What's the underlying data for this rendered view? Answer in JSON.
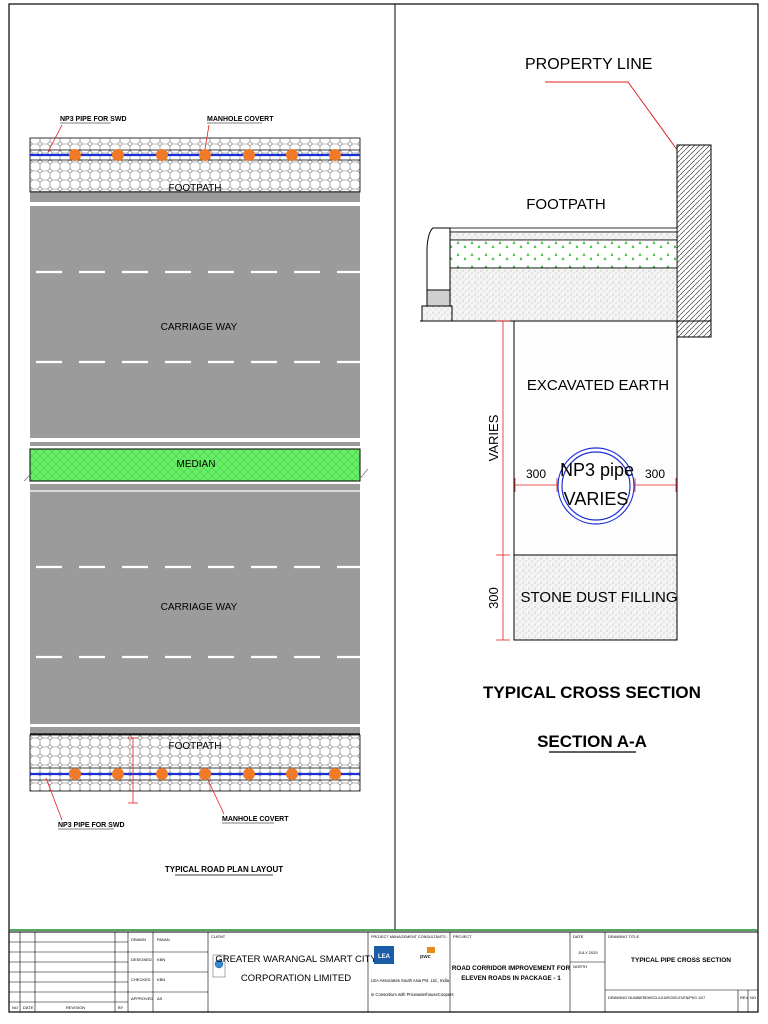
{
  "plan": {
    "top_pipe_label": "NP3 PIPE FOR SWD",
    "top_manhole_label": "MANHOLE COVERT",
    "top_footpath_label": "FOOTPATH",
    "carriage_top_label": "CARRIAGE WAY",
    "median_label": "MEDIAN",
    "carriage_bottom_label": "CARRIAGE WAY",
    "bottom_footpath_label": "FOOTPATH",
    "bottom_pipe_label": "NP3 PIPE FOR SWD",
    "bottom_manhole_label": "MANHOLE COVERT",
    "caption": "TYPICAL ROAD PLAN LAYOUT"
  },
  "section": {
    "property_line_label": "PROPERTY LINE",
    "footpath_label": "FOOTPATH",
    "excavated_label": "EXCAVATED EARTH",
    "pipe_label_1": "NP3  pipe",
    "pipe_label_2": "VARIES",
    "dim_left": "300",
    "dim_right": "300",
    "dim_varies": "VARIES",
    "dim_bottom": "300",
    "stone_label": "STONE DUST FILLING",
    "title": "TYPICAL CROSS SECTION",
    "subtitle": "SECTION A-A"
  },
  "title_block": {
    "rev_headers": {
      "no": "NO",
      "date": "DATE",
      "revision": "REVISION",
      "by": "BY"
    },
    "roles": [
      {
        "label": "DRAWN",
        "value": "PAVAN"
      },
      {
        "label": "DESIGNED",
        "value": "KBN"
      },
      {
        "label": "CHECKED",
        "value": "KBN"
      },
      {
        "label": "APPROVED",
        "value": "AS"
      }
    ],
    "client_label": "CLIENT",
    "client_name_1": "GREATER WARANGAL SMART CITY",
    "client_name_2": "CORPORATION LIMITED",
    "consultants_label": "PROJECT MANAGEMENT CONSULTANTS :",
    "logo1_text": "LEA",
    "logo2_text": "pwc",
    "consultant_line_1": "LEA Associates South Asia Pvt. Ltd., India",
    "consultant_line_2": "in Consortium  with PricewaterhouseCoopers",
    "project_label": "PROJECT",
    "project_name_1": "ROAD CORRIDOR IMPROVEMENT FOR",
    "project_name_2": "ELEVEN ROADS IN PACKAGE - 1",
    "date_label": "DATE",
    "date_value": "JULY 2020",
    "north_label": "NORTH",
    "drawing_title_label": "DRAWING TITLE",
    "drawing_title": "TYPICAL PIPE CROSS SECTION",
    "drawing_number_label": "DRAWING NUMBER",
    "drawing_number": "GWSCL/LEA/RCI/ELEVEN/PKG-1/07",
    "rev_label": "REV",
    "rev_no_label": "NO"
  },
  "colors": {
    "asphalt": "#9b9b9b",
    "median": "#66ee66",
    "manhole": "#f07a28",
    "pipe": "#1a2fd6",
    "leader": "#e02020",
    "title_green": "#1a8a2a"
  }
}
